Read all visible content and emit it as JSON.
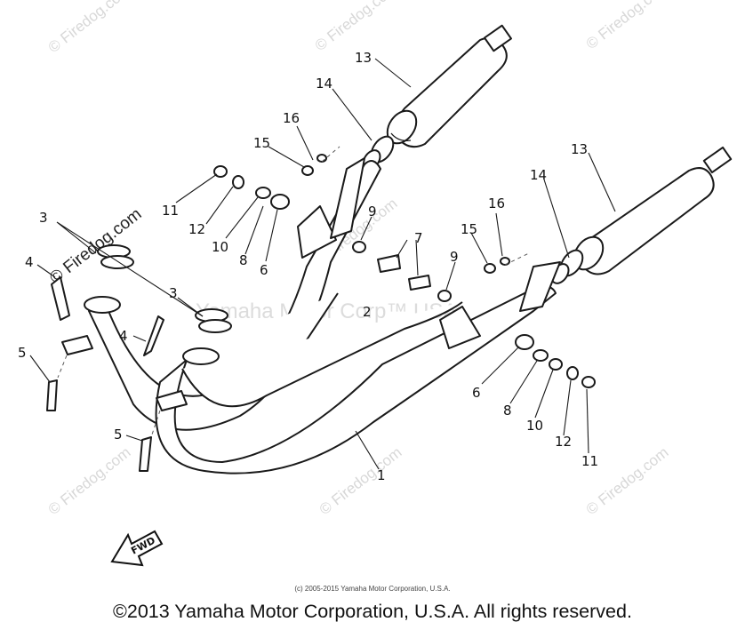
{
  "watermarks": {
    "site": "© Firedog.com",
    "center": "Yamaha Motor Corp™ USA"
  },
  "fwd_label": "FWD",
  "callouts": {
    "n1": "1",
    "n2": "2",
    "n3a": "3",
    "n3b": "3",
    "n4a": "4",
    "n4b": "4",
    "n5a": "5",
    "n5b": "5",
    "n6a": "6",
    "n6b": "6",
    "n7": "7",
    "n8a": "8",
    "n8b": "8",
    "n9a": "9",
    "n9b": "9",
    "n10a": "10",
    "n10b": "10",
    "n11a": "11",
    "n11b": "11",
    "n12a": "12",
    "n12b": "12",
    "n13a": "13",
    "n13b": "13",
    "n14a": "14",
    "n14b": "14",
    "n15a": "15",
    "n15b": "15",
    "n16a": "16",
    "n16b": "16"
  },
  "copyright_small": "(c) 2005-2015 Yamaha Motor Corporation, U.S.A.",
  "copyright_main": "©2013 Yamaha Motor Corporation, U.S.A. All rights reserved."
}
